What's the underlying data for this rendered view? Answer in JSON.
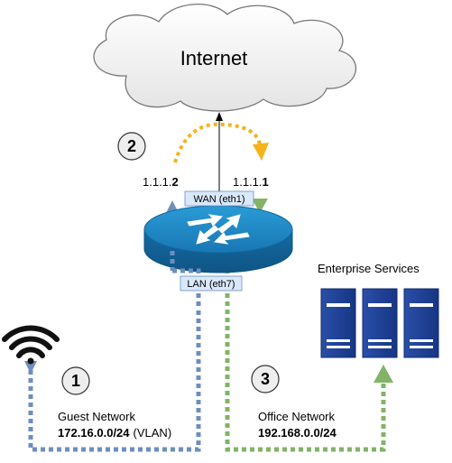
{
  "internet": {
    "label": "Internet"
  },
  "wan": {
    "label": "WAN (eth1)"
  },
  "lan": {
    "label": "LAN (eth7)"
  },
  "ips": {
    "guest_prefix": "1.1.1.",
    "guest_suffix": "2",
    "office_prefix": "1.1.1.",
    "office_suffix": "1"
  },
  "steps": [
    "2",
    "1",
    "3"
  ],
  "guest": {
    "title": "Guest Network",
    "subnet": "172.16.0.0/24",
    "tag": "(VLAN)"
  },
  "office": {
    "title": "Office Network",
    "subnet": "192.168.0.0/24"
  },
  "enterprise": {
    "title": "Enterprise Services"
  },
  "colors": {
    "guest_path": "#6d8ebf",
    "office_path": "#82b366",
    "nat_arrow": "#f5b31a",
    "router": "#1b7fbd",
    "server": "#1f3f8f",
    "label_box": "#dae8fc",
    "cloud": "#f2f2f2"
  }
}
